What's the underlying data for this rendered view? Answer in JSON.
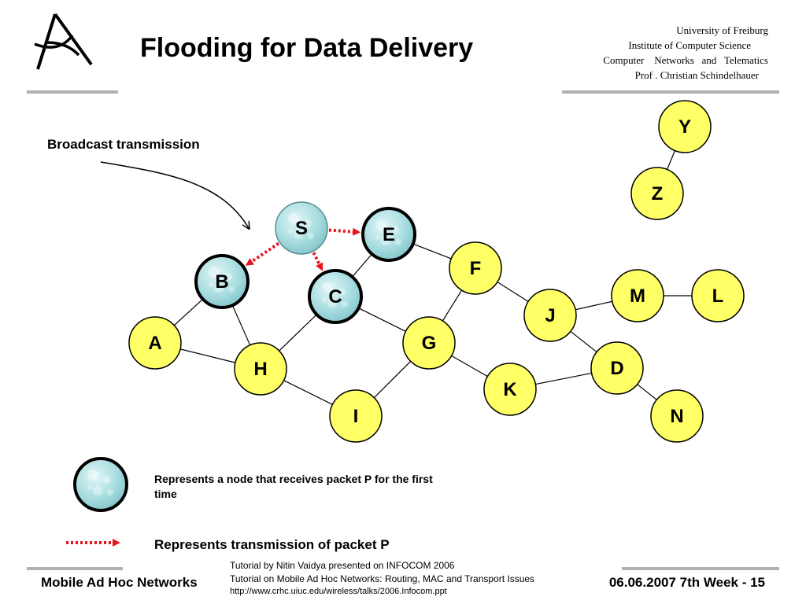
{
  "slide": {
    "title": "Flooding for Data Delivery",
    "institution": [
      "University of Freiburg",
      "Institute of Computer Science",
      "Computer    Networks   and   Telematics",
      "Prof . Christian Schindelhauer"
    ],
    "annotation": "Broadcast transmission",
    "legend_node": "Represents a node that receives packet P for the first time",
    "legend_arrow": "Represents transmission of packet P",
    "footer_left": "Mobile Ad Hoc Networks",
    "footer_refs": [
      "Tutorial by Nitin Vaidya presented on INFOCOM 2006",
      "Tutorial on Mobile Ad Hoc Networks: Routing, MAC and Transport Issues",
      "http://www.crhc.uiuc.edu/wireless/talks/2006.Infocom.ppt"
    ],
    "footer_right": "06.06.2007 7th Week - 15"
  },
  "colors": {
    "node_fill": "#ffff66",
    "received_fill": "#a8dde0",
    "transmission": "#e8141b"
  },
  "graph": {
    "nodes": [
      {
        "id": "S",
        "state": "received"
      },
      {
        "id": "E",
        "state": "received"
      },
      {
        "id": "B",
        "state": "received"
      },
      {
        "id": "C",
        "state": "received"
      },
      {
        "id": "A",
        "state": "normal"
      },
      {
        "id": "H",
        "state": "normal"
      },
      {
        "id": "I",
        "state": "normal"
      },
      {
        "id": "G",
        "state": "normal"
      },
      {
        "id": "F",
        "state": "normal"
      },
      {
        "id": "J",
        "state": "normal"
      },
      {
        "id": "K",
        "state": "normal"
      },
      {
        "id": "M",
        "state": "normal"
      },
      {
        "id": "L",
        "state": "normal"
      },
      {
        "id": "D",
        "state": "normal"
      },
      {
        "id": "N",
        "state": "normal"
      },
      {
        "id": "Y",
        "state": "normal"
      },
      {
        "id": "Z",
        "state": "normal"
      }
    ],
    "edges": [
      [
        "A",
        "B"
      ],
      [
        "A",
        "H"
      ],
      [
        "B",
        "H"
      ],
      [
        "H",
        "C"
      ],
      [
        "H",
        "I"
      ],
      [
        "C",
        "E"
      ],
      [
        "C",
        "G"
      ],
      [
        "E",
        "F"
      ],
      [
        "F",
        "G"
      ],
      [
        "F",
        "J"
      ],
      [
        "G",
        "I"
      ],
      [
        "G",
        "K"
      ],
      [
        "J",
        "M"
      ],
      [
        "M",
        "L"
      ],
      [
        "J",
        "D"
      ],
      [
        "K",
        "D"
      ],
      [
        "D",
        "N"
      ],
      [
        "Y",
        "Z"
      ]
    ],
    "transmissions": [
      [
        "S",
        "E"
      ],
      [
        "S",
        "B"
      ],
      [
        "S",
        "C"
      ]
    ]
  }
}
